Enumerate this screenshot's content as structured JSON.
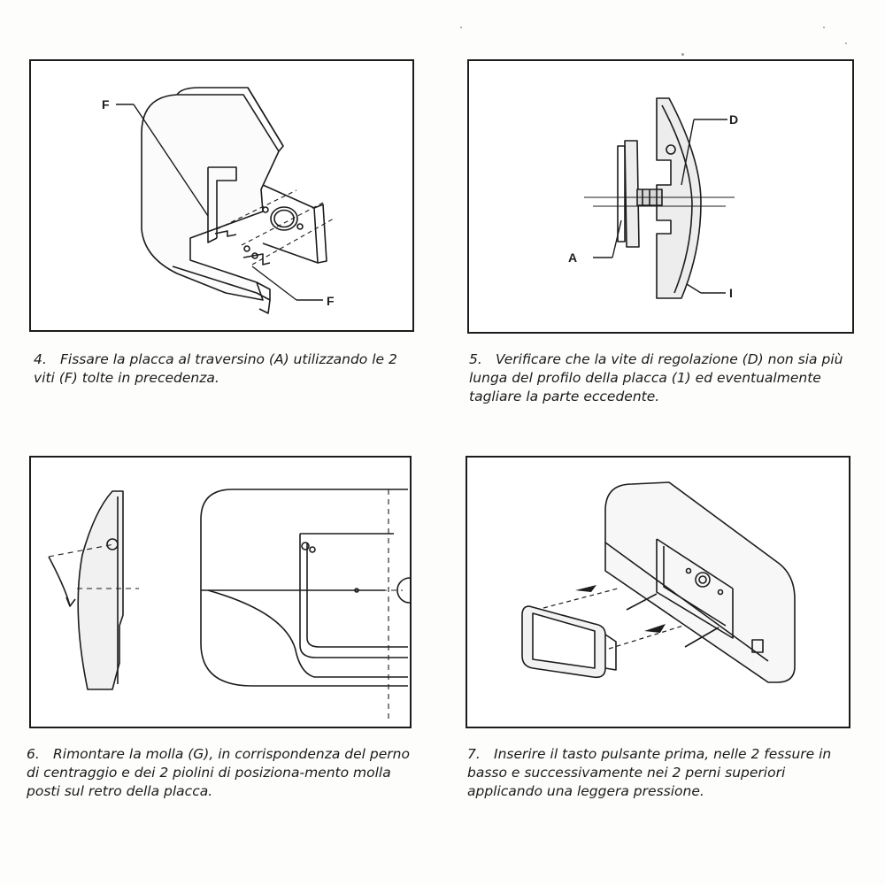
{
  "steps": [
    {
      "number": "4.",
      "text": "Fissare la placca al traversino (A) utilizzando le 2 viti (F) tolte in precedenza.",
      "labels": [
        "F",
        "F"
      ]
    },
    {
      "number": "5.",
      "text": "Verificare che la vite di regolazione (D) non sia più lunga del profilo della placca (1) ed eventualmente tagliare la parte eccedente.",
      "labels": [
        "D",
        "A",
        "I"
      ]
    },
    {
      "number": "6.",
      "text": "Rimontare la molla (G), in corrispondenza del perno di centraggio e dei 2 piolini di posiziona-mento molla posti sul retro della placca.",
      "labels": []
    },
    {
      "number": "7.",
      "text": "Inserire il tasto pulsante prima, nelle 2 fessure in basso e successivamente nei 2 perni superiori applicando una leggera pressione.",
      "labels": []
    }
  ]
}
